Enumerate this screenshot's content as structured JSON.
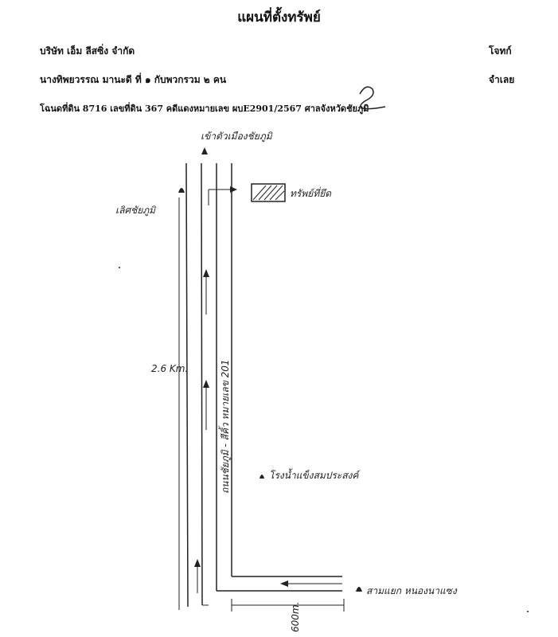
{
  "document": {
    "title": "แผนที่ตั้งทรัพย์",
    "company": "บริษัท เอ็ม ลีสซิ่ง จำกัด",
    "plaintiff_label": "โจทก์",
    "defendant": "นางทิพยวรรณ มานะดี ที่ ๑ กับพวกรวม ๒ คน",
    "defendant_label": "จำเลย",
    "case_line": "โฉนดที่ดิน 8716 เลขที่ดิน 367 คดีแดงหมายเลข ผบE2901/2567 ศาลจังหวัดชัยภูมิ"
  },
  "map": {
    "north_direction": "เข้าตัวเมืองชัยภูมิ",
    "left_landmark": "เลิศชัยภูมิ",
    "property_label": "ทรัพย์ที่ยึด",
    "road_label": "ถนนชัยภูมิ - สีคิ้ว หมายเลข 201",
    "distance_label": "2.6 Km.",
    "factory_label": "โรงน้ำแข็งสมประสงค์",
    "junction_label": "สามแยก หนองนาแซง",
    "bottom_distance": "600m."
  }
}
